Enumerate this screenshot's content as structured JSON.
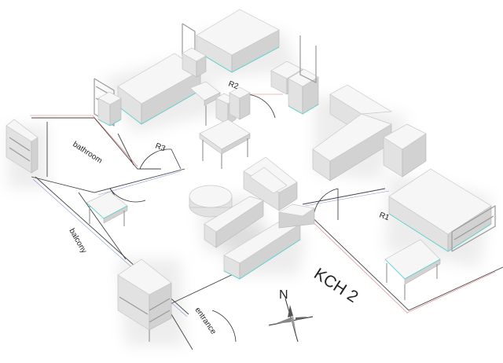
{
  "title": "KCH 2",
  "compass": {
    "north_label": "N"
  },
  "rooms": {
    "bathroom": "bathroom",
    "balcony": "balcony",
    "entrance": "entrance",
    "r1": "R1",
    "r2": "R2",
    "r3": "R3"
  },
  "colors": {
    "wall": "#444444",
    "wall_red": "#d65a5a",
    "wall_blue": "#6a80c8",
    "furniture_edge": "#4fd1d1",
    "furniture_top": "#f6f6f6"
  }
}
